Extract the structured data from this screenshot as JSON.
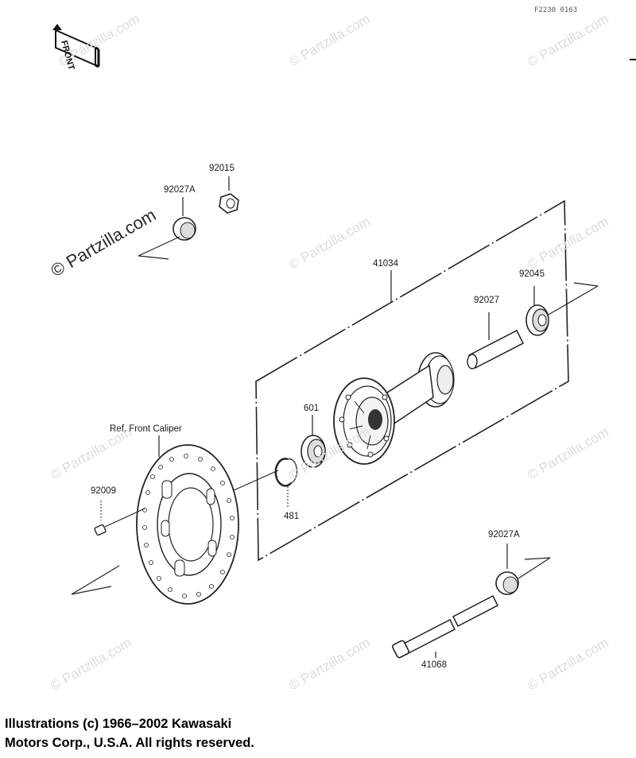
{
  "figure_code": "F2230 0163",
  "front_badge": "FRONT",
  "parts": {
    "hub": "41034",
    "bearing_right": "92045",
    "spacer": "92027",
    "bearing_left": "601",
    "circlip": "481",
    "disc_bolt": "92009",
    "reference": "Ref. Front Caliper",
    "collar_top": "92027A",
    "nut": "92015",
    "collar_bottom": "92027A",
    "axle": "41068"
  },
  "watermark": "© Partzilla.com",
  "copyright": {
    "line1": "Illustrations (c) 1966–2002 Kawasaki",
    "line2": "Motors Corp., U.S.A.  All rights reserved."
  }
}
